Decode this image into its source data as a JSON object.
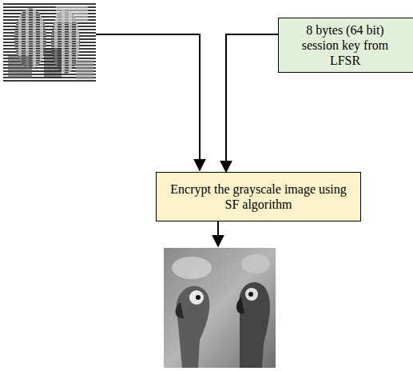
{
  "diagram": {
    "nodes": [
      {
        "text": [
          "8 bytes (64 bit) session key from LFSR"
        ]
      },
      {
        "text": [
          "Encrypt the grayscale image using SF algorithm"
        ]
      }
    ],
    "edges": [
      {
        "from": 0,
        "to": 1,
        "arrow": "to"
      }
    ]
  }
}
